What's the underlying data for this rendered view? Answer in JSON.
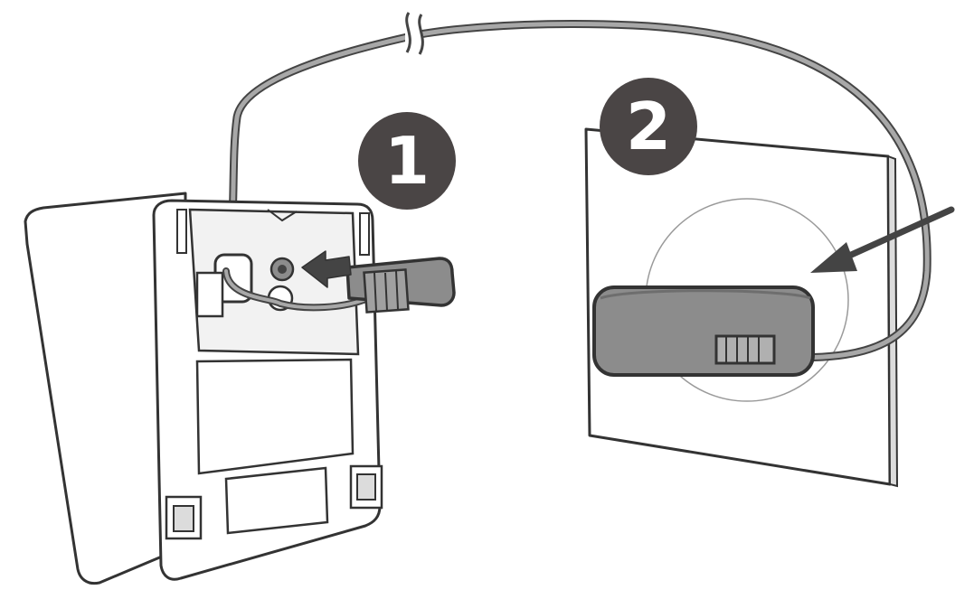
{
  "steps": [
    {
      "number": "1",
      "action": "connect-adapter-cable-to-base"
    },
    {
      "number": "2",
      "action": "plug-adapter-into-wall-socket"
    }
  ],
  "colors": {
    "badge": "#4a4545",
    "outline": "#333333",
    "cable": "#9a9a9a",
    "adapter": "#8c8c8c",
    "arrow": "#444444",
    "wall": "#ffffff"
  },
  "icons": [
    "base-station",
    "power-adapter",
    "wall-plate",
    "power-cable",
    "insert-arrow"
  ]
}
